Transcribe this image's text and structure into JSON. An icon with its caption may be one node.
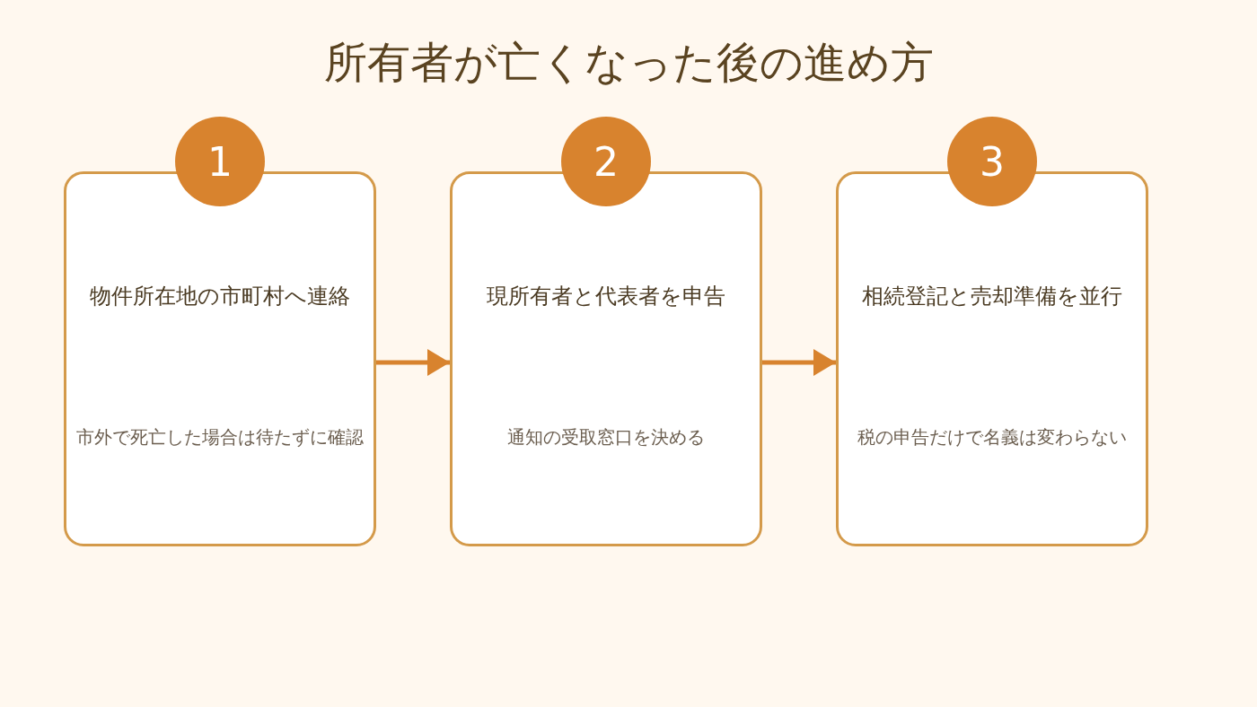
{
  "diagram": {
    "title": "所有者が亡くなった後の進め方",
    "nodes": [
      {
        "text": [
          "1"
        ]
      },
      {
        "text": [
          "物件所在地の市町村へ連絡",
          "市外で死亡した場合は待たずに確認"
        ]
      },
      {
        "text": [
          "2"
        ]
      },
      {
        "text": [
          "現所有者と代表者を申告",
          "通知の受取窓口を決める"
        ]
      },
      {
        "text": [
          "3"
        ]
      },
      {
        "text": [
          "相続登記と売却準備を並行",
          "税の申告だけで名義は変わらない"
        ]
      }
    ],
    "edges": [
      {
        "from": 1,
        "to": 3,
        "arrow": "to"
      },
      {
        "from": 3,
        "to": 5,
        "arrow": "to"
      }
    ]
  }
}
